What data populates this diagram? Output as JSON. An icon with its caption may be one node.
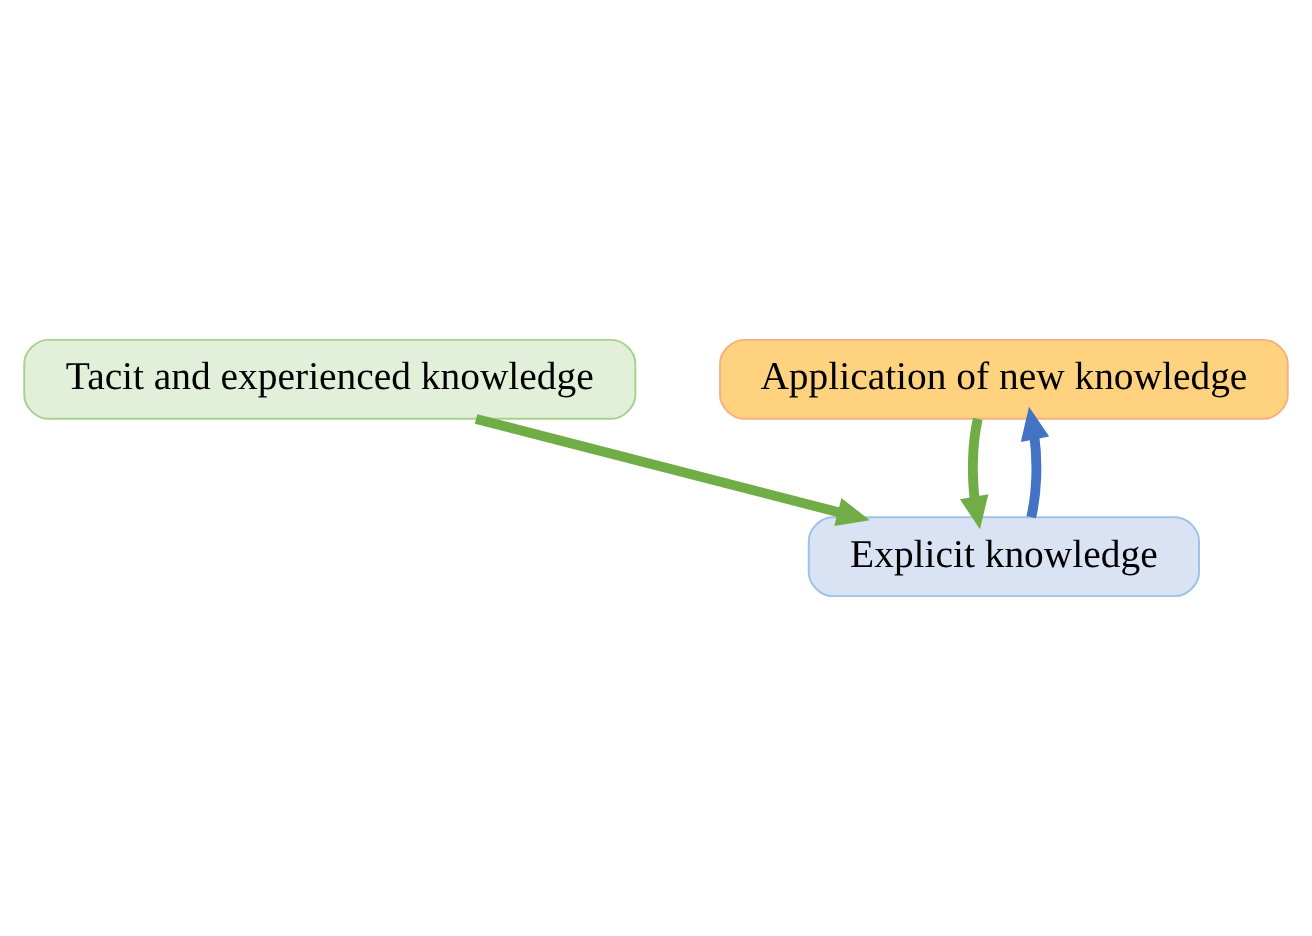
{
  "diagram": {
    "nodes": [
      {
        "text": [
          "Tacit and experienced knowledge"
        ]
      },
      {
        "text": [
          "Application of new knowledge"
        ]
      },
      {
        "text": [
          "Explicit knowledge"
        ]
      }
    ],
    "edges": [
      {
        "from": 0,
        "to": 2,
        "arrow": "to"
      },
      {
        "from": 1,
        "to": 2,
        "arrow": "to"
      },
      {
        "from": 2,
        "to": 1,
        "arrow": "to",
        "color": "#4472c4"
      }
    ]
  }
}
